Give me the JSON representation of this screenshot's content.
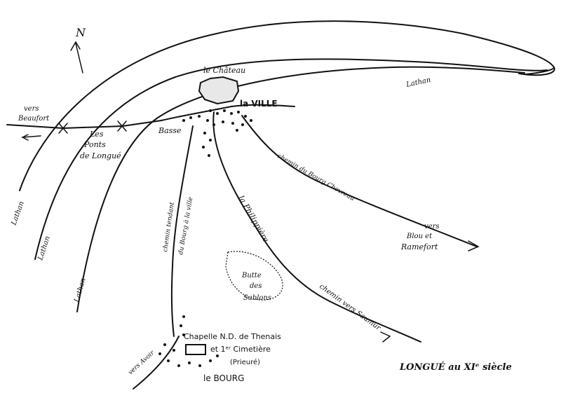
{
  "map": {
    "title": "LONGUÉ au XIᵉ siècle",
    "north": "N",
    "labels": {
      "chateau": "le Château",
      "ville": "la VILLE",
      "basse": "Basse",
      "ponts_1": "Les",
      "ponts_2": "Ponts",
      "ponts_3": "de Longué",
      "vers_beaufort_1": "vers",
      "vers_beaufort_2": "Beaufort",
      "lathan": "Lathan",
      "chemin_bourg_chevreau": "chemin du Bourg Chevreau",
      "vers_blou_1": "vers",
      "vers_blou_2": "Blou et",
      "vers_blou_3": "Ramefort",
      "la_philippiere": "la Philippière",
      "chemin_tendant": "chemin tendant",
      "du_bourg_ville": "du Bourg à la ville",
      "butte_1": "Butte",
      "butte_2": "des",
      "butte_3": "Sablons",
      "chemin_saumur": "chemin vers Saumur",
      "chapelle": "Chapelle N.D. de Thenais",
      "cimetiere": "et 1ᵉʳ Cimetière",
      "prieure": "(Prieuré)",
      "le_bourg": "le BOURG",
      "vers_avoir": "vers Avoir"
    }
  }
}
